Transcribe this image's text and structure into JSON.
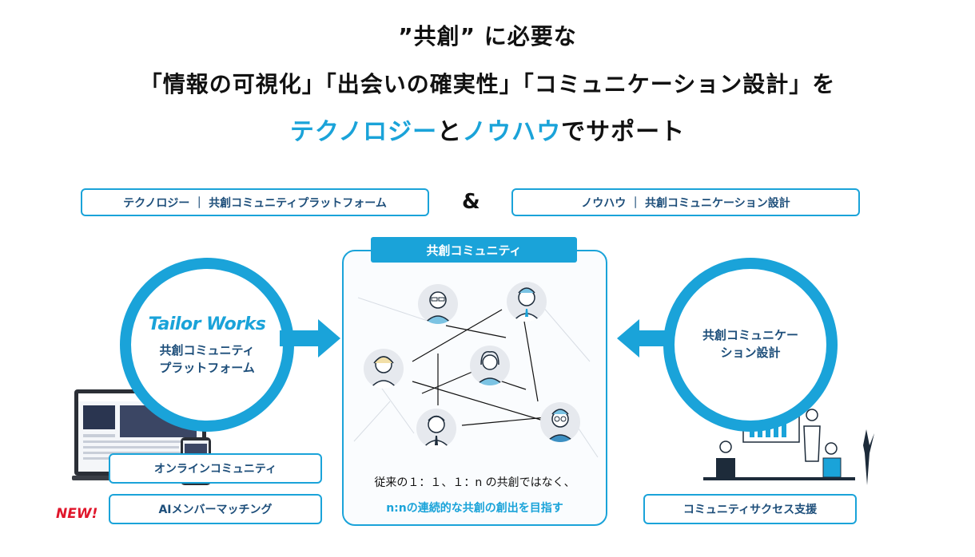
{
  "headline": {
    "line1": "”共創” に必要な",
    "line2": "「情報の可視化」「出会いの確実性」「コミュニケーション設計」を",
    "line3_part1": "テクノロジー",
    "line3_part2": "と",
    "line3_part3": "ノウハウ",
    "line3_part4": "でサポート"
  },
  "top_labels": {
    "left": "テクノロジー ｜ 共創コミュニティプラットフォーム",
    "ampersand": "&",
    "right": "ノウハウ ｜ 共創コミュニケーション設計"
  },
  "left_circle": {
    "logo": "Tailor Works",
    "line1": "共創コミュニティ",
    "line2": "プラットフォーム"
  },
  "left_features": {
    "feature1": "オンラインコミュニティ",
    "feature2": "AIメンバーマッチング",
    "new_badge": "NEW!"
  },
  "center": {
    "label": "共創コミュニティ",
    "caption1": "従来の１：１、１：n の共創ではなく、",
    "caption2": "n:nの連続的な共創の創出を目指す"
  },
  "right_circle": {
    "line1": "共創コミュニケー",
    "line2": "ション設計"
  },
  "right_feature": "コミュニティサクセス支援",
  "colors": {
    "accent": "#1aa3d9",
    "dark_text": "#1d4e7a",
    "new_red": "#e0162b"
  }
}
